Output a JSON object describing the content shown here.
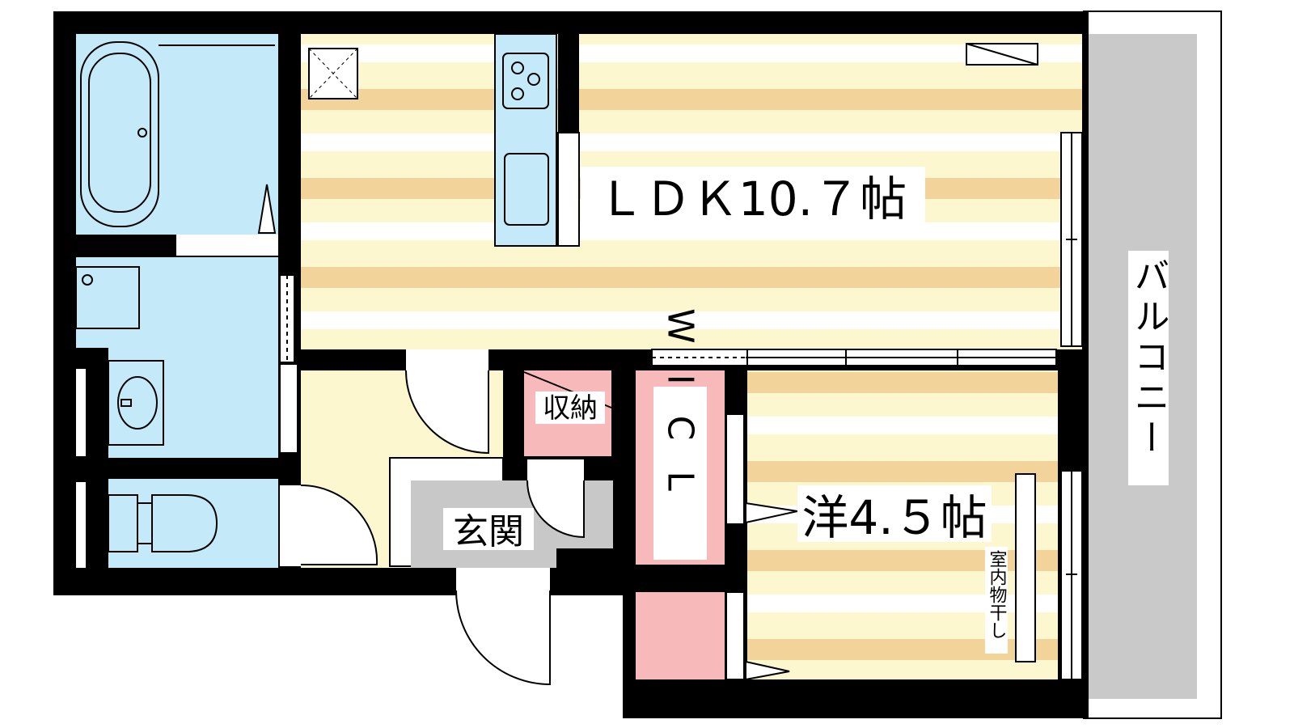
{
  "rooms": {
    "ldk": "ＬＤＫ10.７帖",
    "western": "洋4.５帖",
    "storage": "収納",
    "entrance": "玄関",
    "balcony": "バルコニー",
    "wic": "W I C L",
    "drying": "室内物干し"
  },
  "colors": {
    "wall": "#000000",
    "floor_stripe": "#f2d39a",
    "floor_base": "#fdf7cf",
    "wet_area": "#c4e9f8",
    "closet": "#f7b9b9",
    "entrance_floor": "#c8c8c8",
    "balcony": "#c9c9c9"
  }
}
